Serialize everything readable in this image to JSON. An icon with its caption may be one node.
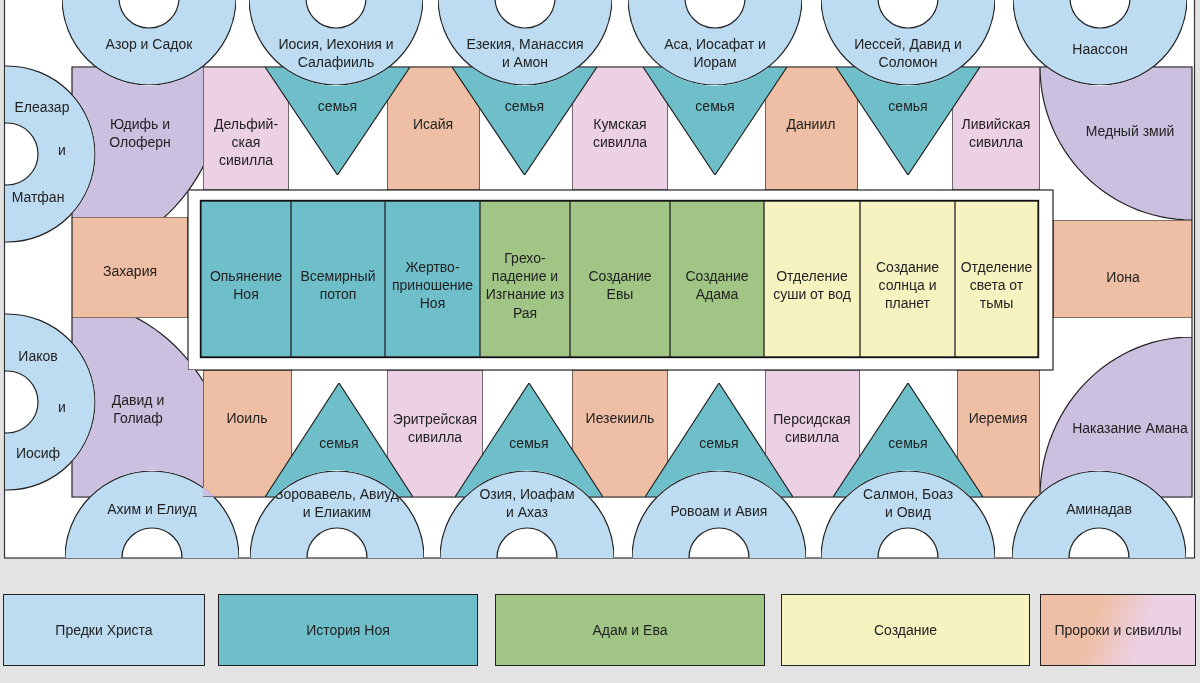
{
  "diagram": {
    "nodes": [
      {
        "text": [
          "Азор и Садок"
        ]
      },
      {
        "text": [
          "Иосия, Иехония и Салафииль"
        ]
      },
      {
        "text": [
          "Езекия, Манассия и Амон"
        ]
      },
      {
        "text": [
          "Аса, Иосафат и Иорам"
        ]
      },
      {
        "text": [
          "Иессей, Давид и Соломон"
        ]
      },
      {
        "text": [
          "Наассон"
        ]
      },
      {
        "text": [
          "Елеазар",
          "и",
          "Матфан"
        ]
      },
      {
        "text": [
          "Юдифь и Олоферн"
        ]
      },
      {
        "text": [
          "Дельфий-ская сивилла"
        ]
      },
      {
        "text": [
          "семья"
        ]
      },
      {
        "text": [
          "Исайя"
        ]
      },
      {
        "text": [
          "семья"
        ]
      },
      {
        "text": [
          "Кумская сивилла"
        ]
      },
      {
        "text": [
          "семья"
        ]
      },
      {
        "text": [
          "Даниил"
        ]
      },
      {
        "text": [
          "семья"
        ]
      },
      {
        "text": [
          "Ливийская сивилла"
        ]
      },
      {
        "text": [
          "Медный змий"
        ]
      },
      {
        "text": [
          "Захария"
        ]
      },
      {
        "text": [
          "Опьянение Ноя"
        ]
      },
      {
        "text": [
          "Всемирный потоп"
        ]
      },
      {
        "text": [
          "Жертво-приношение Ноя"
        ]
      },
      {
        "text": [
          "Грехо-падение и Изгнание из Рая"
        ]
      },
      {
        "text": [
          "Создание Евы"
        ]
      },
      {
        "text": [
          "Создание Адама"
        ]
      },
      {
        "text": [
          "Отделение суши от вод"
        ]
      },
      {
        "text": [
          "Создание солнца и планет"
        ]
      },
      {
        "text": [
          "Отделение света от тьмы"
        ]
      },
      {
        "text": [
          "Иона"
        ]
      },
      {
        "text": [
          "Иаков",
          "и",
          "Иосиф"
        ]
      },
      {
        "text": [
          "Давид и Голиаф"
        ]
      },
      {
        "text": [
          "Иоиль"
        ]
      },
      {
        "text": [
          "семья"
        ]
      },
      {
        "text": [
          "Эритрейская сивилла"
        ]
      },
      {
        "text": [
          "семья"
        ]
      },
      {
        "text": [
          "Иезекииль"
        ]
      },
      {
        "text": [
          "семья"
        ]
      },
      {
        "text": [
          "Персидская сивилла"
        ]
      },
      {
        "text": [
          "семья"
        ]
      },
      {
        "text": [
          "Иеремия"
        ]
      },
      {
        "text": [
          "Наказание Амана"
        ]
      },
      {
        "text": [
          "Ахим и Елиуд"
        ]
      },
      {
        "text": [
          "Зоровавель, Авиуд и Елиаким"
        ]
      },
      {
        "text": [
          "Озия, Иоафам и Ахаз"
        ]
      },
      {
        "text": [
          "Ровоам и Авия"
        ]
      },
      {
        "text": [
          "Салмон, Боаз и Овид"
        ]
      },
      {
        "text": [
          "Аминадав"
        ]
      }
    ],
    "legend": [
      {
        "text": "Предки Христа",
        "color": "#bddcf2"
      },
      {
        "text": "История Ноя",
        "color": "#6fbfcb"
      },
      {
        "text": "Адам и Ева",
        "color": "#a0c585"
      },
      {
        "text": "Создание",
        "color": "#f7f3c1"
      },
      {
        "text": "Пророки и сивиллы",
        "color": "#efbfa5"
      }
    ]
  }
}
